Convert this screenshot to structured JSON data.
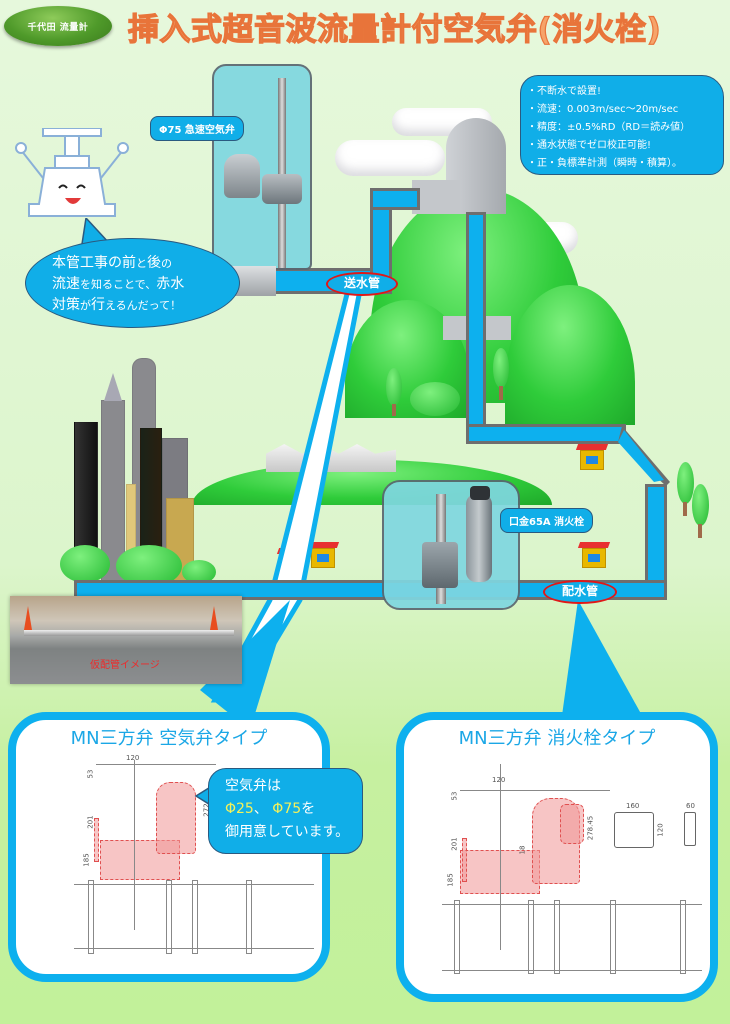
{
  "header": {
    "brand_badge": "千代田 流量計",
    "title": "挿入式超音波流量計付空気弁(消火栓)"
  },
  "features": [
    "・不断水で設置!",
    "・流速：0.003m/sec～20m/sec",
    "・精度：±0.5%RD（RD＝読み値）",
    "・通水状態でゼロ校正可能!",
    "・正・負標準計測（瞬時・積算）。"
  ],
  "callouts": {
    "air_valve_tag": "Φ75 急速空気弁",
    "hydrant_tag": "口金65A 消火栓",
    "supply_pipe": "送水管",
    "distribution_pipe": "配水管"
  },
  "speech": {
    "line1_a": "本管工事の前",
    "line1_b": "と",
    "line1_c": "後",
    "line1_d": "の",
    "line2_a": "流速",
    "line2_b": "を知ることで、",
    "line2_c": "赤水",
    "line3_a": "対策",
    "line3_b": "が",
    "line3_c": "行",
    "line3_d": "えるんだって！"
  },
  "photo": {
    "caption": "仮配管イメージ"
  },
  "panels": {
    "left": {
      "title": "MN三方弁 空気弁タイプ",
      "dims": [
        "120",
        "53",
        "201",
        "272",
        "185"
      ]
    },
    "right": {
      "title": "MN三方弁 消火栓タイプ",
      "dims": [
        "120",
        "53",
        "201",
        "278.45",
        "18",
        "185",
        "160",
        "120",
        "60"
      ]
    }
  },
  "note": {
    "line1": "空気弁は",
    "phi25": "Φ25",
    "sep": "、",
    "phi75": "Φ75",
    "wo": "を",
    "line3": "御用意しています。"
  },
  "colors": {
    "accent_blue": "#0db0ee",
    "title_orange": "#f6a46a",
    "label_ring_red": "#e01818",
    "highlight_yellow": "#f4f25a",
    "panel_title_blue": "#1ba7e6"
  }
}
